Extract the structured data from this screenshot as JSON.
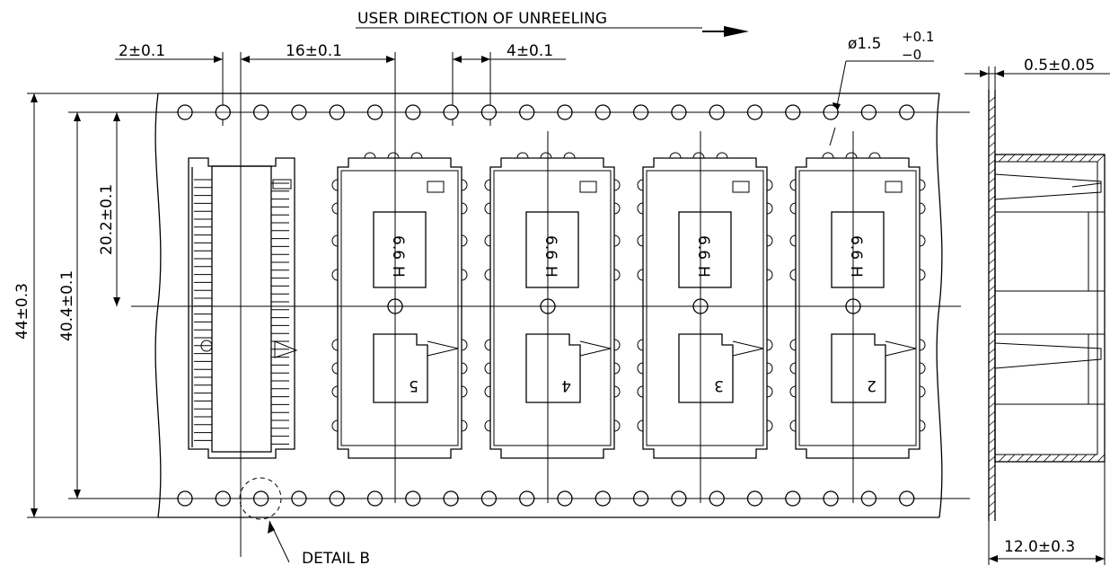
{
  "drawing": {
    "direction_label": "USER DIRECTION OF UNREELING",
    "dimensions": {
      "sprocket_offset": "2±0.1",
      "pocket_pitch": "16±0.1",
      "hole_pitch": "4±0.1",
      "hole_diameter": "ø1.5",
      "hole_diameter_plus": "+0.1",
      "hole_diameter_minus": "−0",
      "cover_tape_thickness": "0.5±0.05",
      "tape_width": "44±0.3",
      "hole_row_distance": "40.4±0.1",
      "pocket_center_distance": "20.2±0.1",
      "side_width": "12.0±0.3"
    },
    "detail_label": "DETAIL B",
    "pockets": [
      {
        "label_top": "6.6",
        "label_mid": "H",
        "number": "5"
      },
      {
        "label_top": "6.6",
        "label_mid": "H",
        "number": "4"
      },
      {
        "label_top": "6.6",
        "label_mid": "H",
        "number": "3"
      },
      {
        "label_top": "6.6",
        "label_mid": "H",
        "number": "2"
      }
    ]
  }
}
